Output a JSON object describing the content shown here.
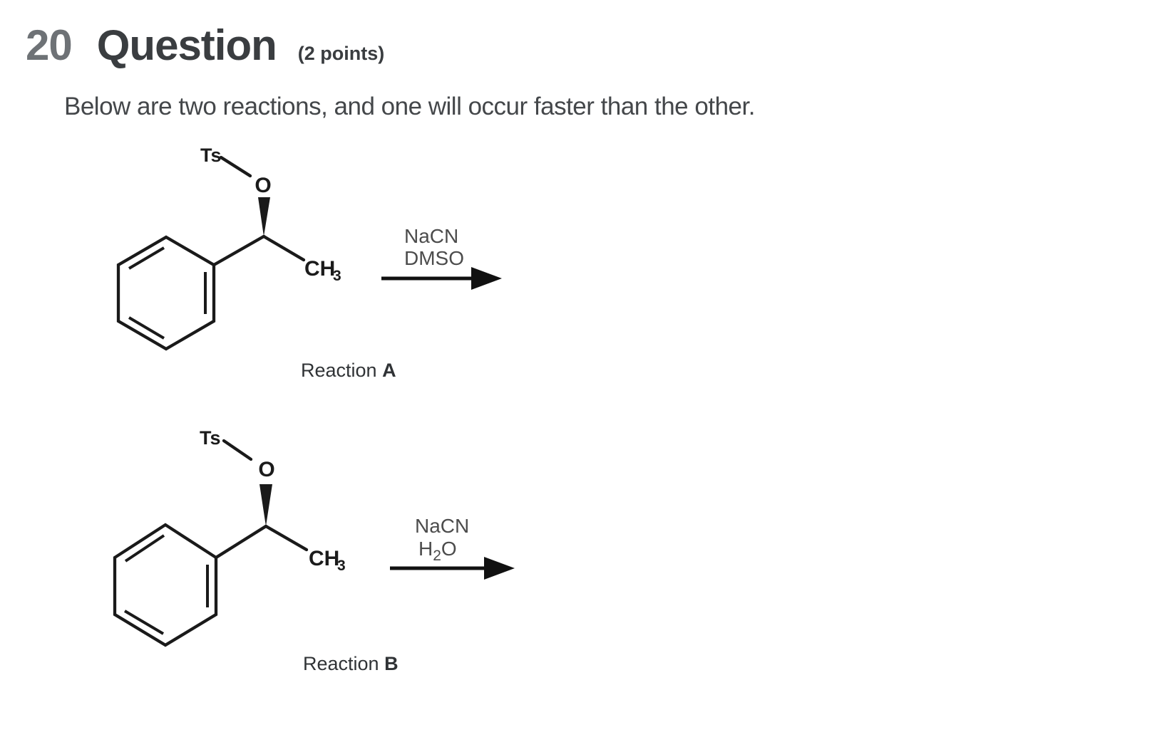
{
  "header": {
    "number": "20",
    "title": "Question",
    "points": "(2 points)"
  },
  "prompt": "Below are two reactions, and one will occur faster than the other.",
  "reaction_a": {
    "molecule": {
      "ts": "Ts",
      "o": "O",
      "ch": "CH",
      "ch_sub": "3"
    },
    "reagent_line1": "NaCN",
    "reagent_line2": "DMSO",
    "label_prefix": "Reaction ",
    "label_letter": "A"
  },
  "reaction_b": {
    "molecule": {
      "ts": "Ts",
      "o": "O",
      "ch": "CH",
      "ch_sub": "3"
    },
    "reagent_line1": "NaCN",
    "reagent_line2_h": "H",
    "reagent_line2_sub": "2",
    "reagent_line2_o": "O",
    "label_prefix": "Reaction ",
    "label_letter": "B"
  },
  "colors": {
    "heading_text": "#3a3d40",
    "question_number": "#6e7276",
    "body_text": "#44474a",
    "structure_ink": "#1a1a1a",
    "reagent_text": "#4c4c4c",
    "background": "#ffffff"
  }
}
